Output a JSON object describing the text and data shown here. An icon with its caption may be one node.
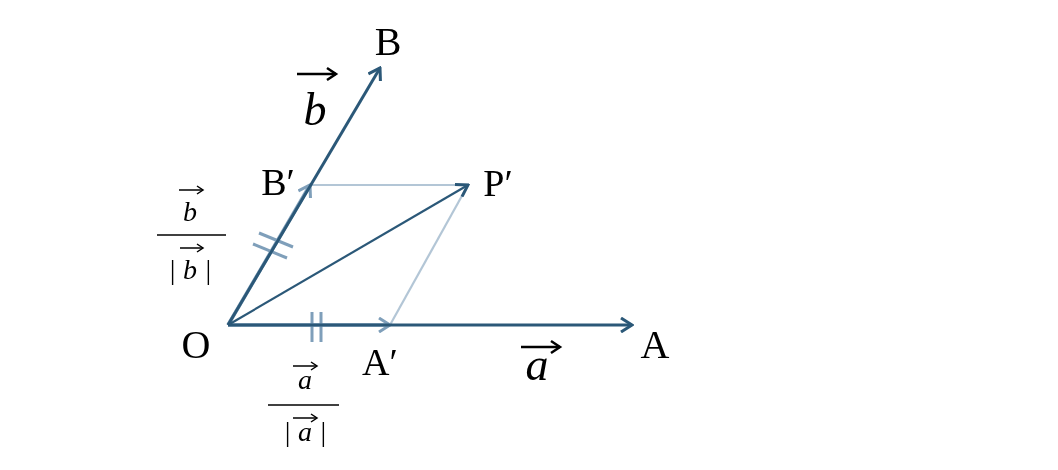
{
  "diagram": {
    "nodes": [
      {
        "text": [
          "O"
        ]
      },
      {
        "text": [
          "A"
        ]
      },
      {
        "text": [
          "B"
        ]
      },
      {
        "text": [
          "A′"
        ]
      },
      {
        "text": [
          "B′"
        ]
      },
      {
        "text": [
          "P′"
        ]
      }
    ],
    "edges": [
      {
        "from": 0,
        "to": 1,
        "arrow": "to"
      },
      {
        "from": 0,
        "to": 2,
        "arrow": "to"
      },
      {
        "from": 0,
        "to": 3,
        "arrow": "to",
        "color": "#7f9fba"
      },
      {
        "from": 0,
        "to": 4,
        "arrow": "to",
        "color": "#7f9fba"
      },
      {
        "from": 0,
        "to": 5,
        "arrow": "to"
      },
      {
        "from": 4,
        "to": 5,
        "arrow": "none",
        "color": "#b3c6d6"
      },
      {
        "from": 3,
        "to": 5,
        "arrow": "none",
        "color": "#b3c6d6"
      }
    ],
    "labels": [
      "b",
      "b",
      "| b |",
      "a",
      "a",
      "| a |"
    ]
  }
}
